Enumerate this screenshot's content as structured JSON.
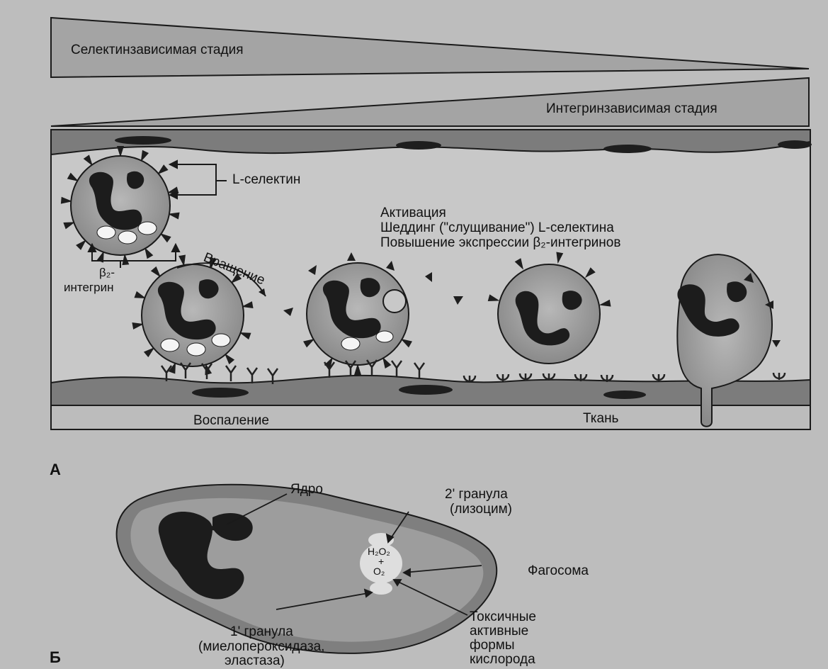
{
  "panel_a": {
    "letter": "А",
    "stage_selectin": "Селектинзависимая стадия",
    "stage_integrin": "Интегринзависимая стадия",
    "l_selectin": "L-селектин",
    "activation_lines": [
      "Активация",
      "Шеддинг (\"слущивание\") L-селектина",
      "Повышение экспрессии β₂-интегринов"
    ],
    "beta2_line1": "β₂-",
    "beta2_line2": "интегрин",
    "rotation": "Вращение",
    "inflammation": "Воспаление",
    "tissue": "Ткань"
  },
  "panel_b": {
    "letter": "Б",
    "nucleus": "Ядро",
    "granule2_line1": "2' гранула",
    "granule2_line2": "(лизоцим)",
    "h2o2": "H₂O₂",
    "plus": "+",
    "o2": "O₂",
    "phagosome": "Фагосома",
    "toxic_lines": [
      "Токсичные",
      "активные",
      "формы",
      "кислорода"
    ],
    "granule1_lines": [
      "1' гранула",
      "(миелопероксидаза,",
      "эластаза)"
    ]
  }
}
